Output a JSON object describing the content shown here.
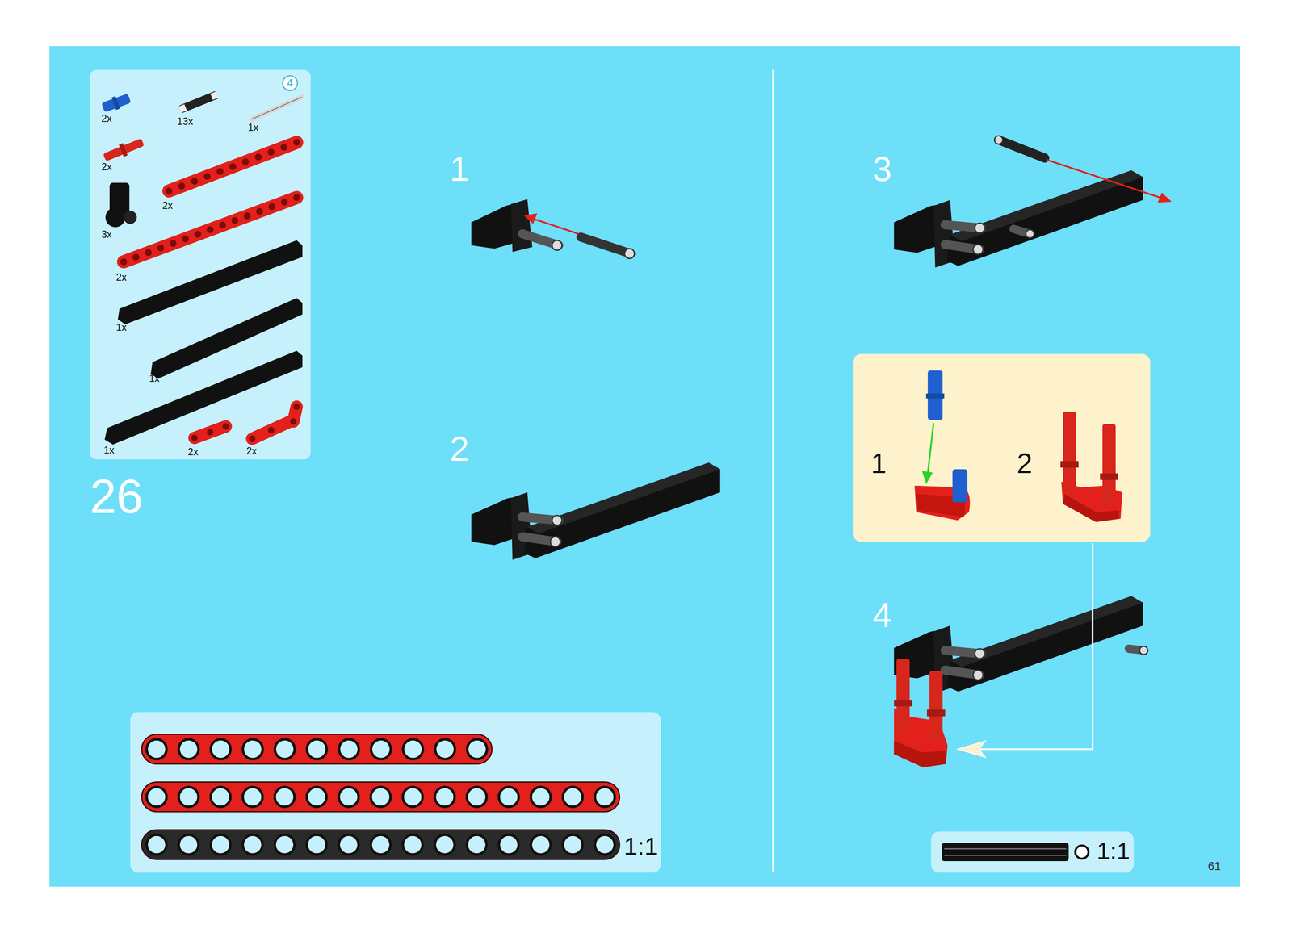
{
  "diagram": {
    "nodes": [
      {
        "text": [
          "4",
          "2x",
          "13x",
          "1x",
          "2x",
          "2x",
          "3x",
          "2x",
          "1x",
          "1x",
          "1x",
          "2x",
          "2x"
        ]
      },
      {
        "text": [
          "1:1"
        ]
      },
      {
        "text": [
          "1",
          "2"
        ]
      },
      {
        "text": [
          "1:1"
        ]
      }
    ],
    "labels": [
      "26",
      "1",
      "2",
      "3",
      "4",
      "61"
    ]
  }
}
